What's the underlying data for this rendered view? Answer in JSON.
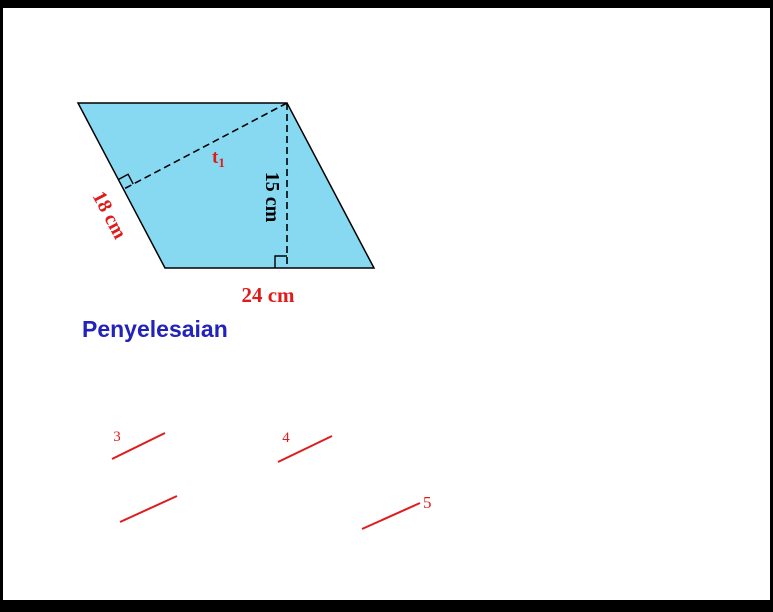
{
  "colors": {
    "shape_fill": "#87D9F2",
    "outline": "#000000",
    "red": "#E01B1B",
    "blue": "#2323BC"
  },
  "diagram": {
    "t_label": "t",
    "t_sub": "1",
    "height_label": "15 cm",
    "side_label": "18 cm",
    "base_label": "24 cm"
  },
  "heading": "Penyelesaian",
  "marks": {
    "m3": "3",
    "m4": "4",
    "m5": "5"
  }
}
